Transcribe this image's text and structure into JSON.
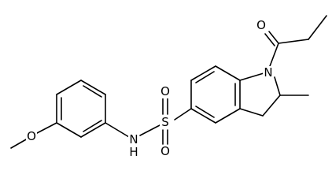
{
  "molecule": {
    "atoms": {
      "o_methoxy": "O",
      "n_sulfonamide": "N",
      "h_sulfonamide": "H",
      "s_sulfonyl": "S",
      "o_sulfonyl_top": "O",
      "o_sulfonyl_bottom": "O",
      "n_indoline": "N",
      "o_carbonyl": "O"
    },
    "colors": {
      "bond": "#000000",
      "label": "#000000",
      "background": "#ffffff"
    }
  }
}
